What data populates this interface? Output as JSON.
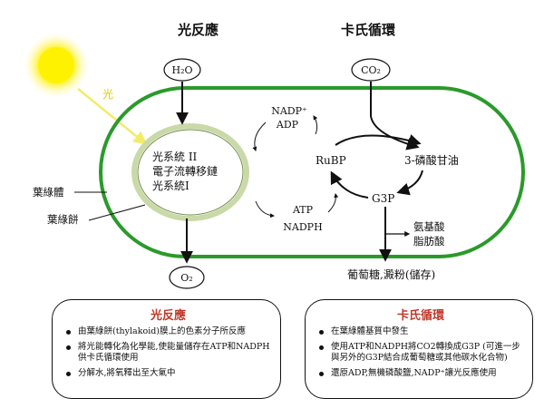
{
  "titles": {
    "light": "光反應",
    "calvin": "卡氏循環"
  },
  "labels": {
    "light_ray": "光",
    "chloroplast": "葉綠體",
    "granum": "葉綠餅",
    "water": "H₂O",
    "co2": "CO₂",
    "oxygen": "O₂",
    "thylakoid_line1": "光系統 II",
    "thylakoid_line2": "電子流轉移鏈",
    "thylakoid_line3": "光系統I",
    "nadp": "NADP⁺",
    "adp": "ADP",
    "atp": "ATP",
    "nadph": "NADPH",
    "rubp": "RuBP",
    "pga": "3-磷酸甘油",
    "g3p": "G3P",
    "amino_acid": "氨基酸",
    "fatty_acid": "脂肪酸",
    "storage": "葡萄糖,澱粉(儲存)"
  },
  "summary_light": {
    "title": "光反應",
    "items": [
      "由葉綠餅(thylakoid)膜上的色素分子所反應",
      "將光能轉化為化學能,使能量儲存在ATP和NADPH供卡氏循環使用",
      "分解水,將氧釋出至大氣中"
    ]
  },
  "summary_calvin": {
    "title": "卡氏循環",
    "items": [
      "在葉綠體基質中發生",
      "使用ATP和NADPH將CO2轉換成G3P (可進一步與另外的G3P結合成葡萄糖或其他碳水化合物)",
      "還原ADP,無機磷酸鹽,NADP⁺讓光反應使用"
    ]
  },
  "colors": {
    "membrane": "#2a9a2a",
    "granum_border": "#c9d9a8",
    "sun": "#fff200",
    "ray": "#f2ec6a",
    "box_title": "#c0392b"
  }
}
